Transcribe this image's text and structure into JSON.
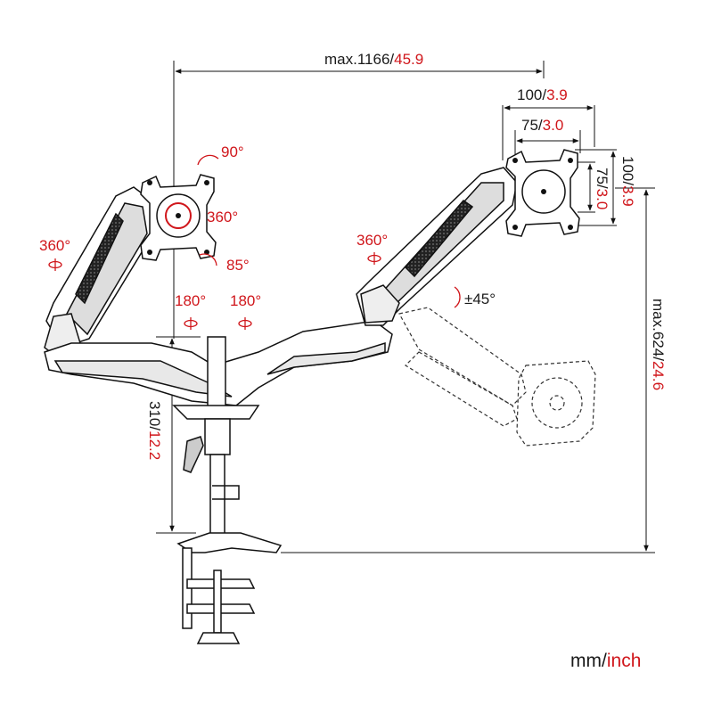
{
  "dimensions": {
    "max_width": {
      "mm": "max.1166",
      "sep": "/",
      "inch": "45.9"
    },
    "vesa_outer": {
      "mm": "100",
      "sep": "/",
      "inch": "3.9"
    },
    "vesa_inner": {
      "mm": "75",
      "sep": "/",
      "inch": "3.0"
    },
    "vesa_outer_v": {
      "mm": "100",
      "sep": "/",
      "inch": "3.9"
    },
    "vesa_inner_v": {
      "mm": "75",
      "sep": "/",
      "inch": "3.0"
    },
    "max_height": {
      "mm": "max.624",
      "sep": "/",
      "inch": "24.6"
    },
    "pole_height": {
      "mm": "310",
      "sep": "/",
      "inch": "12.2"
    }
  },
  "angles": {
    "left_tilt_up": "90°",
    "left_rotate": "360°",
    "left_tilt_down": "85°",
    "left_swivel": "360°",
    "arm_swivel_left": "180°",
    "arm_swivel_right": "180°",
    "right_swivel": "360°",
    "right_tilt": "±45°"
  },
  "units": {
    "mm": "mm",
    "sep": "/",
    "inch": "inch"
  },
  "colors": {
    "primary": "#1a1a1a",
    "accent": "#d0161b"
  }
}
